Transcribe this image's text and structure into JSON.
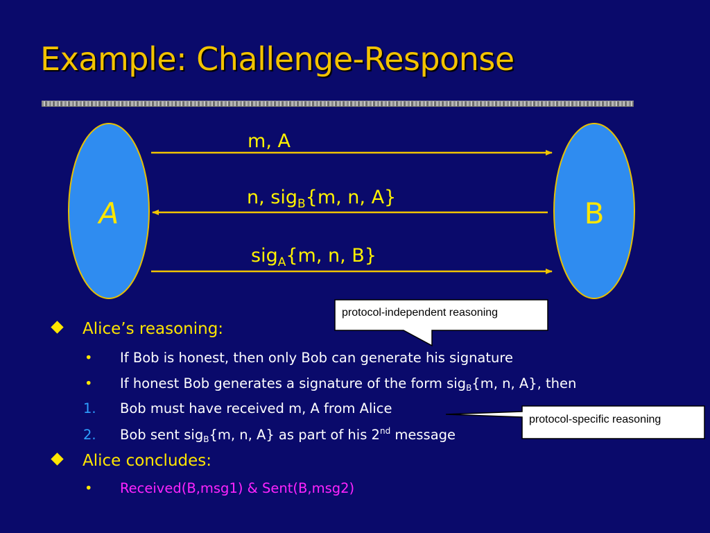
{
  "title": "Example: Challenge-Response",
  "diagram": {
    "node_a": "A",
    "node_b": "B",
    "messages": [
      {
        "direction": "A→B",
        "text": "m, A"
      },
      {
        "direction": "B→A",
        "prefix": "n, sig",
        "sub": "B",
        "suffix": "{m, n, A}"
      },
      {
        "direction": "A→B",
        "prefix": "sig",
        "sub": "A",
        "suffix": "{m, n, B}"
      }
    ],
    "callouts": {
      "independent": "protocol-independent reasoning",
      "specific": "protocol-specific reasoning"
    },
    "colors": {
      "background": "#0a0a6b",
      "node_fill": "#2f8cf0",
      "arrow": "#f0c400",
      "title": "#f3c300"
    }
  },
  "bullets": {
    "alice_reasoning": "Alice’s reasoning:",
    "items": [
      {
        "marker": "•",
        "text": "If Bob is honest, then only Bob can generate his signature"
      },
      {
        "marker": "•",
        "pre": "If honest Bob generates a signature of the form sig",
        "sub": "B",
        "post": "{m, n, A}, then"
      },
      {
        "marker": "1.",
        "text": "Bob must have received m, A from Alice"
      },
      {
        "marker": "2.",
        "pre": "Bob sent sig",
        "sub": "B",
        "mid": "{m, n, A} as part of his 2",
        "sup": "nd",
        "post": " message"
      }
    ],
    "alice_concludes": "Alice concludes:",
    "conclusion": {
      "marker": "•",
      "text": "Received(B,msg1) & Sent(B,msg2)"
    }
  }
}
